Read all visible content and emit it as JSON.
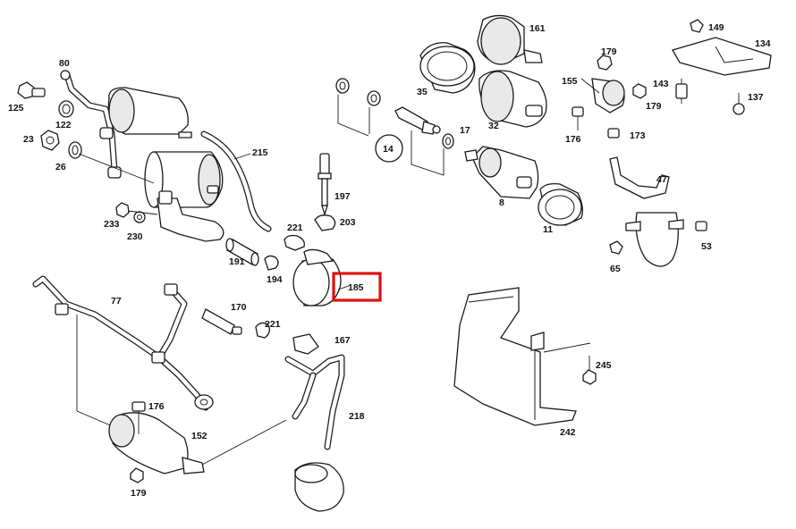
{
  "colors": {
    "highlight": "#e01010",
    "line": "#1a1a1a"
  },
  "labels": {
    "p80": "80",
    "p125": "125",
    "p122": "122",
    "p23": "23",
    "p26": "26",
    "p233": "233",
    "p230": "230",
    "p215": "215",
    "p191": "191",
    "p194": "194",
    "p221a": "221",
    "p203": "203",
    "p197": "197",
    "p185": "185",
    "p14": "14",
    "p17": "17",
    "p35": "35",
    "p161": "161",
    "p32": "32",
    "p8": "8",
    "p11": "11",
    "p179a": "179",
    "p155": "155",
    "p143": "143",
    "p179b": "179",
    "p176a": "176",
    "p173": "173",
    "p149": "149",
    "p134": "134",
    "p137": "137",
    "p47": "47",
    "p53": "53",
    "p65": "65",
    "p77": "77",
    "p170": "170",
    "p221b": "221",
    "p167": "167",
    "p218": "218",
    "p176b": "176",
    "p152": "152",
    "p179c": "179",
    "p245": "245",
    "p242": "242"
  }
}
